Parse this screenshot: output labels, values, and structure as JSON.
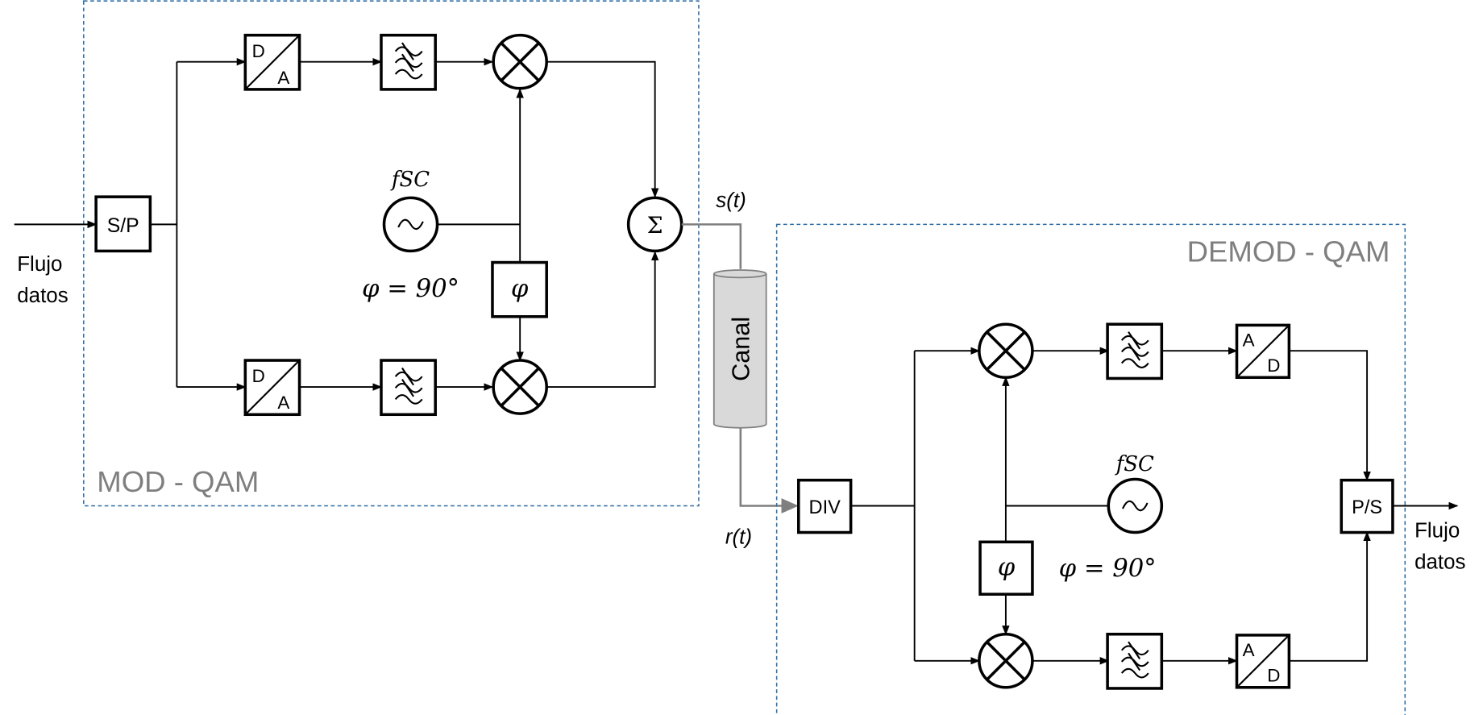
{
  "modulator": {
    "title": "MOD - QAM",
    "input_label_line1": "Flujo",
    "input_label_line2": "datos",
    "sp_label": "S/P",
    "da_top": {
      "d": "D",
      "a": "A"
    },
    "da_bottom": {
      "d": "D",
      "a": "A"
    },
    "oscillator_label": "fSC",
    "phase_block": "φ",
    "phase_eq": "φ = 90°",
    "sum_symbol": "Σ",
    "output_signal": "s(t)"
  },
  "channel": {
    "label": "Canal",
    "output_signal": "r(t)"
  },
  "demodulator": {
    "title": "DEMOD - QAM",
    "div_label": "DIV",
    "ad_top": {
      "a": "A",
      "d": "D"
    },
    "ad_bottom": {
      "a": "A",
      "d": "D"
    },
    "oscillator_label": "fSC",
    "phase_block": "φ",
    "phase_eq": "φ = 90°",
    "ps_label": "P/S",
    "output_label_line1": "Flujo",
    "output_label_line2": "datos"
  },
  "colors": {
    "group_border": "#2e6da4",
    "group_label": "#7f7f7f",
    "channel_fill": "#d9d9d9"
  }
}
